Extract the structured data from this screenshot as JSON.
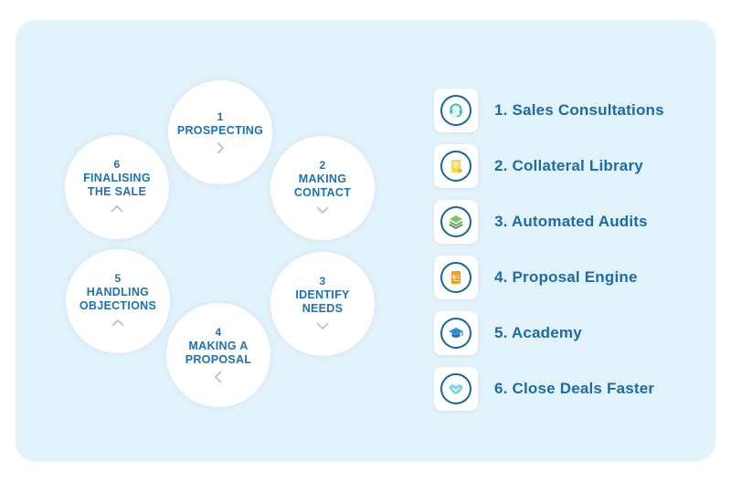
{
  "cycle": {
    "steps": [
      {
        "number": "1",
        "label": "PROSPECTING",
        "arrow": "chevron-right"
      },
      {
        "number": "2",
        "label": "MAKING\nCONTACT",
        "arrow": "chevron-down"
      },
      {
        "number": "3",
        "label": "IDENTIFY\nNEEDS",
        "arrow": "chevron-down"
      },
      {
        "number": "4",
        "label": "MAKING A\nPROPOSAL",
        "arrow": "chevron-left"
      },
      {
        "number": "5",
        "label": "HANDLING\nOBJECTIONS",
        "arrow": "chevron-up"
      },
      {
        "number": "6",
        "label": "FINALISING\nTHE SALE",
        "arrow": "chevron-up"
      }
    ]
  },
  "features": [
    {
      "label": "1. Sales Consultations",
      "icon": "headset-icon"
    },
    {
      "label": "2. Collateral Library",
      "icon": "document-icon"
    },
    {
      "label": "3. Automated Audits",
      "icon": "layers-icon"
    },
    {
      "label": "4. Proposal Engine",
      "icon": "proposal-icon"
    },
    {
      "label": "5. Academy",
      "icon": "graduation-cap-icon"
    },
    {
      "label": "6. Close Deals Faster",
      "icon": "handshake-icon"
    }
  ],
  "colors": {
    "panel_background": "#e3f3fc",
    "text_blue": "#1e72b3",
    "icon_ring": "#1565a6",
    "arrow_grey": "#b9c3cc"
  }
}
